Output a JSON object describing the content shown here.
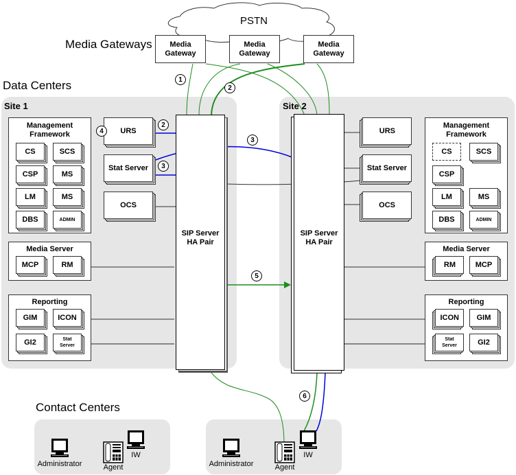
{
  "pstn": {
    "label": "PSTN"
  },
  "media_gateways": {
    "heading": "Media Gateways",
    "items": [
      {
        "label_line1": "Media",
        "label_line2": "Gateway"
      },
      {
        "label_line1": "Media",
        "label_line2": "Gateway"
      },
      {
        "label_line1": "Media",
        "label_line2": "Gateway"
      }
    ]
  },
  "data_centers": {
    "heading": "Data Centers",
    "site1": {
      "label": "Site 1",
      "management_framework": {
        "title_line1": "Management",
        "title_line2": "Framework",
        "components": [
          "CS",
          "SCS",
          "CSP",
          "MS",
          "LM",
          "MS",
          "DBS",
          "ADMIN"
        ]
      },
      "servers": [
        "URS",
        "Stat Server",
        "OCS"
      ],
      "media_server": {
        "title": "Media Server",
        "components": [
          "MCP",
          "RM"
        ]
      },
      "reporting": {
        "title": "Reporting",
        "components": [
          "GIM",
          "ICON",
          "GI2",
          "Stat Server"
        ]
      },
      "sip_server": {
        "line1": "SIP Server",
        "line2": "HA Pair"
      }
    },
    "site2": {
      "label": "Site 2",
      "management_framework": {
        "title_line1": "Management",
        "title_line2": "Framework",
        "components": [
          "CS",
          "SCS",
          "CSP",
          "LM",
          "MS",
          "DBS",
          "ADMIN"
        ],
        "standby_component": "CS"
      },
      "servers": [
        "URS",
        "Stat Server",
        "OCS"
      ],
      "media_server": {
        "title": "Media Server",
        "components": [
          "RM",
          "MCP"
        ]
      },
      "reporting": {
        "title": "Reporting",
        "components": [
          "ICON",
          "GIM",
          "Stat Server",
          "GI2"
        ]
      },
      "sip_server": {
        "line1": "SIP Server",
        "line2": "HA Pair"
      }
    }
  },
  "contact_centers": {
    "heading": "Contact Centers",
    "centers": [
      {
        "endpoints": [
          "Administrator",
          "Agent",
          "IW"
        ]
      },
      {
        "endpoints": [
          "Administrator",
          "Agent",
          "IW"
        ]
      }
    ]
  },
  "step_badges": [
    "1",
    "2",
    "2",
    "3",
    "3",
    "4",
    "5",
    "6"
  ],
  "colors": {
    "sip_link": "#1e8c1e",
    "tlib_link": "#0000dd",
    "site_bg": "#e6e6e6",
    "plain_link": "#333333"
  }
}
